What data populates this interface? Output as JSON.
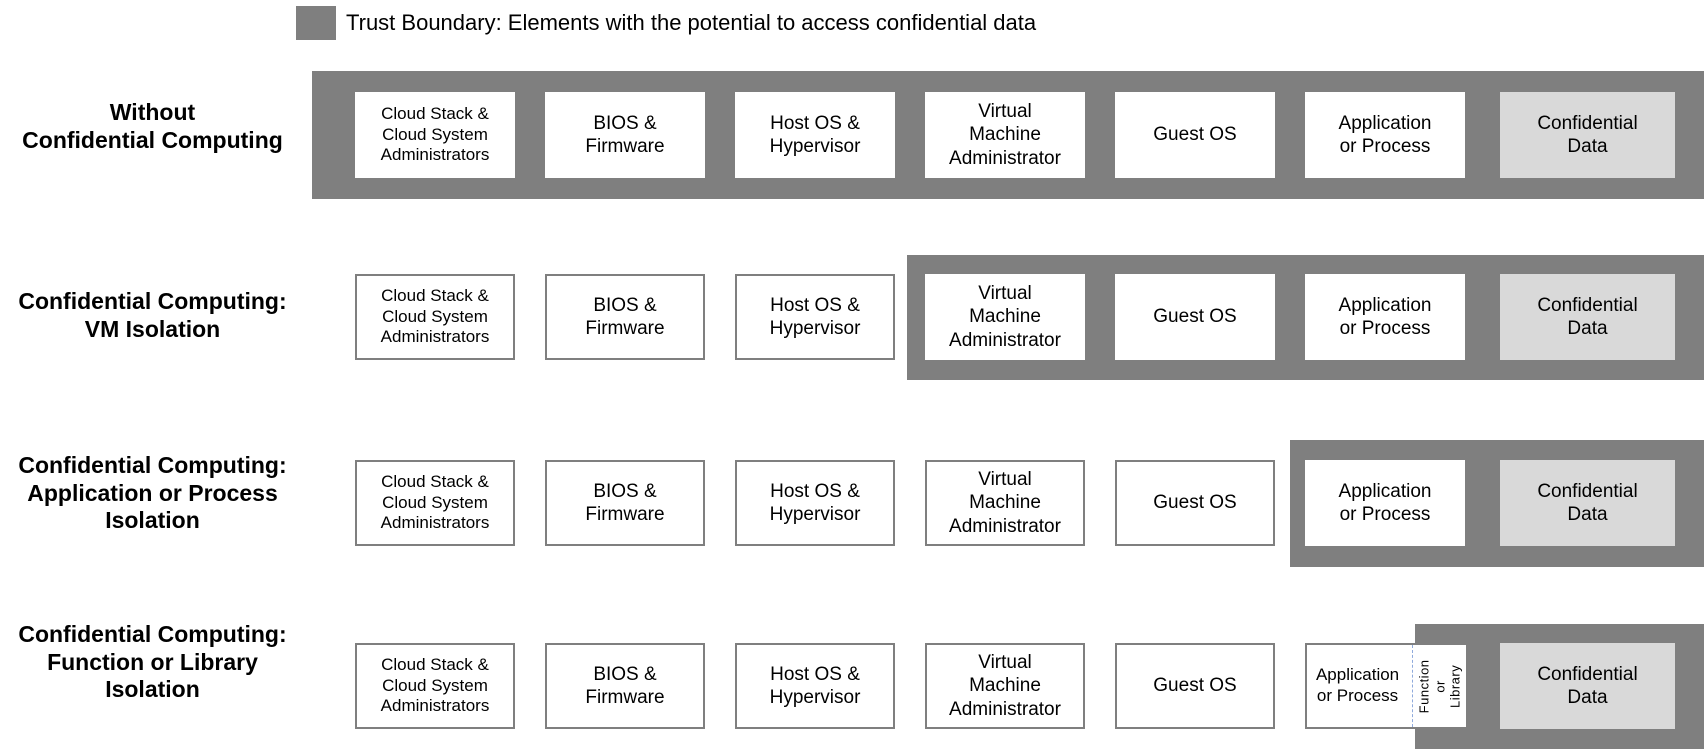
{
  "legend": {
    "label": "Trust Boundary: Elements with the potential to access confidential data",
    "swatch_color": "#7f7f7f"
  },
  "colors": {
    "trust_boundary": "#7f7f7f",
    "confidential_box_fill": "#d9d9d9",
    "box_border": "#7f7f7f",
    "dashed_divider": "#8faadc",
    "text": "#000000"
  },
  "box_labels": {
    "cloud_stack": "Cloud Stack &\nCloud System\nAdministrators",
    "bios": "BIOS &\nFirmware",
    "host_os": "Host OS &\nHypervisor",
    "vm_admin": "Virtual\nMachine\nAdministrator",
    "guest_os": "Guest OS",
    "app_process": "Application\nor Process",
    "function_library": "Function\nor Library",
    "confidential_data": "Confidential\nData"
  },
  "rows": [
    {
      "label": "Without\nConfidential Computing"
    },
    {
      "label": "Confidential Computing:\nVM Isolation"
    },
    {
      "label": "Confidential Computing:\nApplication or Process\nIsolation"
    },
    {
      "label": "Confidential Computing:\nFunction or Library\nIsolation"
    }
  ]
}
